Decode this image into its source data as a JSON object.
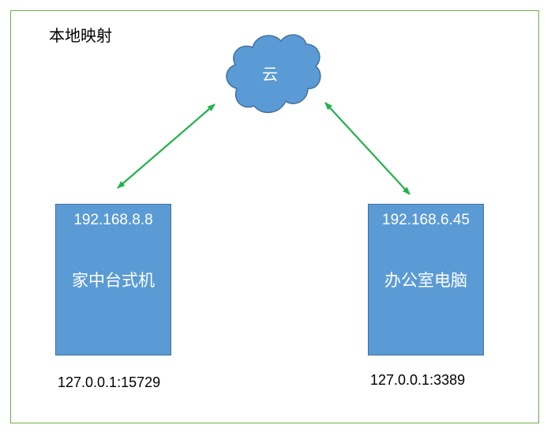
{
  "title": "本地映射",
  "cloud": {
    "label": "云"
  },
  "nodes": {
    "home": {
      "ip": "192.168.8.8",
      "name": "家中台式机",
      "mapping": "127.0.0.1:15729"
    },
    "office": {
      "ip": "192.168.6.45",
      "name": "办公室电脑",
      "mapping": "127.0.0.1:3389"
    }
  },
  "colors": {
    "node_fill": "#5b9bd5",
    "node_border": "#41719c",
    "link": "#22b14c",
    "frame": "#70ad47"
  }
}
